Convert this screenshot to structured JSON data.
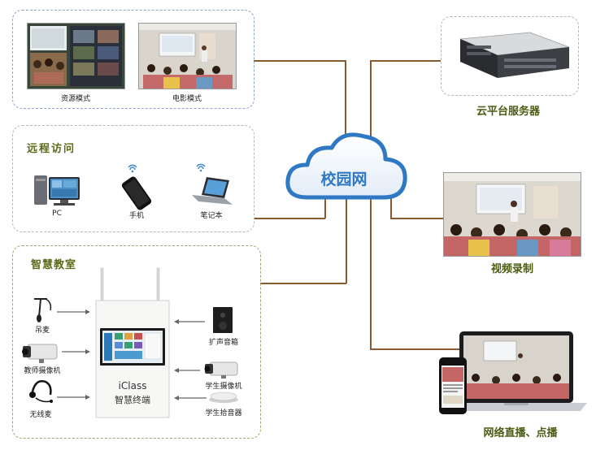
{
  "panel_top_left": {
    "left_caption": "资源模式",
    "right_caption": "电影模式"
  },
  "panel_remote": {
    "title": "远程访问",
    "devices": [
      "PC",
      "手机",
      "笔记本"
    ]
  },
  "panel_classroom": {
    "title": "智慧教室",
    "left_devices": [
      "吊麦",
      "教师摄像机",
      "无线麦"
    ],
    "right_devices": [
      "扩声音箱",
      "学生摄像机",
      "学生拾音器"
    ],
    "terminal_line1": "iClass",
    "terminal_line2": "智慧终端"
  },
  "cloud": {
    "label": "校园网"
  },
  "right_side": {
    "server_caption": "云平台服务器",
    "video_caption": "视频录制",
    "live_caption": "网络直播、点播"
  }
}
